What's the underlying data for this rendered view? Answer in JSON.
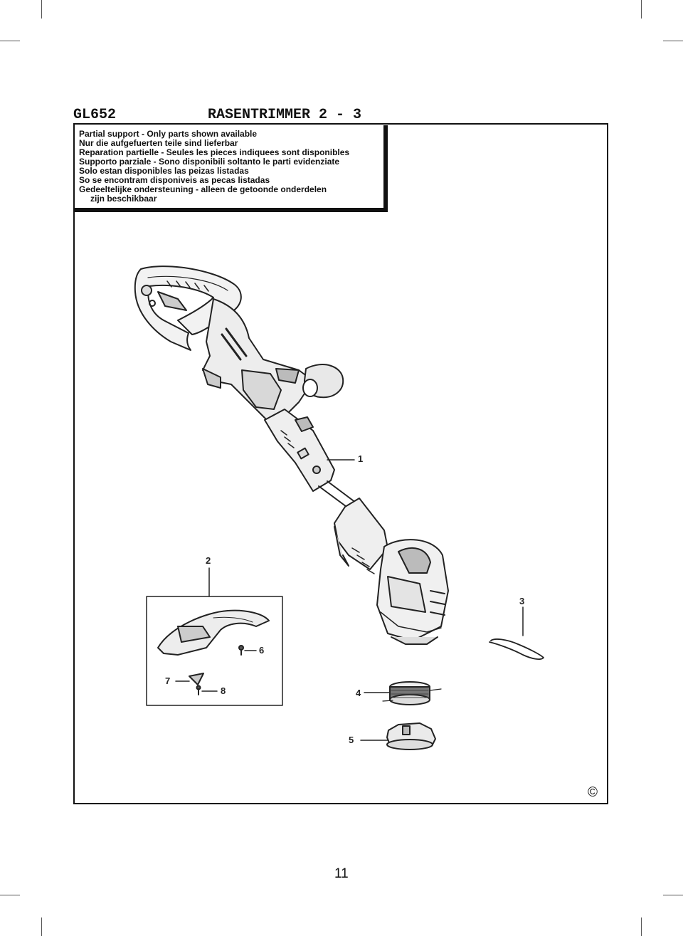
{
  "header": {
    "model_code": "GL652",
    "title": "RASENTRIMMER 2 - 3"
  },
  "notice": {
    "lines": [
      "Partial support - Only parts shown available",
      "Nur die aufgefuerten teile sind lieferbar",
      "Reparation partielle - Seules les pieces indiquees sont disponibles",
      "Supporto parziale - Sono disponibili soltanto le parti evidenziate",
      "Solo estan disponibles las peizas listadas",
      "So se encontram disponiveis as pecas listadas",
      "Gedeeltelijke ondersteuning - alleen de getoonde onderdelen",
      "zijn beschikbaar"
    ]
  },
  "parts": {
    "p1": "1",
    "p2": "2",
    "p3": "3",
    "p4": "4",
    "p5": "5",
    "p6": "6",
    "p7": "7",
    "p8": "8"
  },
  "footer": {
    "copyright": "©",
    "page_number": "11"
  }
}
